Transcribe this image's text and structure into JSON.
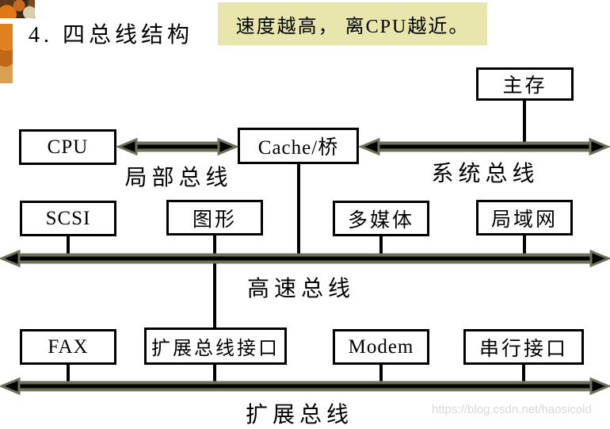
{
  "title": "4. 四总线结构",
  "note": "速度越高， 离CPU越近。",
  "diagram": {
    "boxes": [
      {
        "id": "main-memory",
        "label": "主存"
      },
      {
        "id": "cpu",
        "label": "CPU"
      },
      {
        "id": "cache-bridge",
        "label": "Cache/桥"
      },
      {
        "id": "scsi",
        "label": "SCSI"
      },
      {
        "id": "graphics",
        "label": "图形"
      },
      {
        "id": "multimedia",
        "label": "多媒体"
      },
      {
        "id": "lan",
        "label": "局域网"
      },
      {
        "id": "fax",
        "label": "FAX"
      },
      {
        "id": "expansion-bus-interface",
        "label": "扩展总线接口"
      },
      {
        "id": "modem",
        "label": "Modem"
      },
      {
        "id": "serial-interface",
        "label": "串行接口"
      }
    ],
    "buses": [
      {
        "id": "local-bus",
        "label": "局部总线"
      },
      {
        "id": "system-bus",
        "label": "系统总线"
      },
      {
        "id": "high-speed-bus",
        "label": "高速总线"
      },
      {
        "id": "expansion-bus",
        "label": "扩展总线"
      }
    ]
  },
  "watermark": "https://blog.csdn.net/haosicold",
  "colors": {
    "bus_shaft": "#6e7058",
    "bus_core": "#000000",
    "note_bg": "#e8e6ad",
    "box_border": "#000000",
    "watermark_text": "#d8d8d8"
  }
}
